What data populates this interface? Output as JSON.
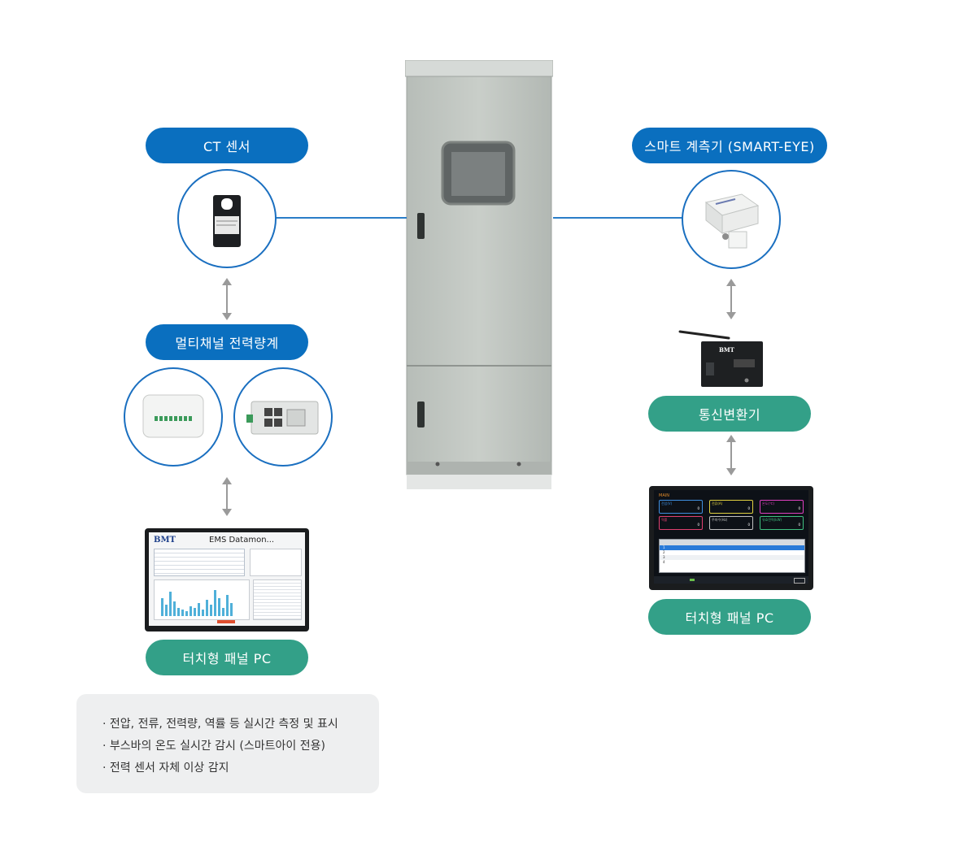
{
  "labels": {
    "ct_sensor": "CT 센서",
    "multichannel_meter": "멀티채널 전력량계",
    "touch_pc_left": "터치형 패널 PC",
    "smart_meter": "스마트 계측기 (SMART-EYE)",
    "comm_converter": "통신변환기",
    "touch_pc_right": "터치형 패널 PC"
  },
  "left_screen": {
    "logo": "BMT",
    "title": "EMS Datamon..."
  },
  "converter_logo": "BMT",
  "notes": [
    "전압, 전류, 전력량, 역률 등 실시간 측정 및 표시",
    "부스바의 온도 실시간 감시 (스마트아이 전용)",
    "전력 센서 자체 이상 감지"
  ],
  "right_screen": {
    "header": "MAIN",
    "gauges": [
      {
        "label": "전압(V)",
        "value": "0",
        "color": "#3f8fe0"
      },
      {
        "label": "전류(A)",
        "value": "0",
        "color": "#e0d040"
      },
      {
        "label": "온도(℃)",
        "value": "0",
        "color": "#e040c0"
      },
      {
        "label": "역률",
        "value": "0",
        "color": "#e04070"
      },
      {
        "label": "주파수(Hz)",
        "value": "0",
        "color": "#c0c0c0"
      },
      {
        "label": "유효전력(kW)",
        "value": "0",
        "color": "#40c080"
      }
    ],
    "rows": [
      "1",
      "2",
      "3",
      "4"
    ]
  },
  "colors": {
    "blue": "#0a6fbf",
    "green": "#33a088",
    "line": "#2a7dc8"
  }
}
